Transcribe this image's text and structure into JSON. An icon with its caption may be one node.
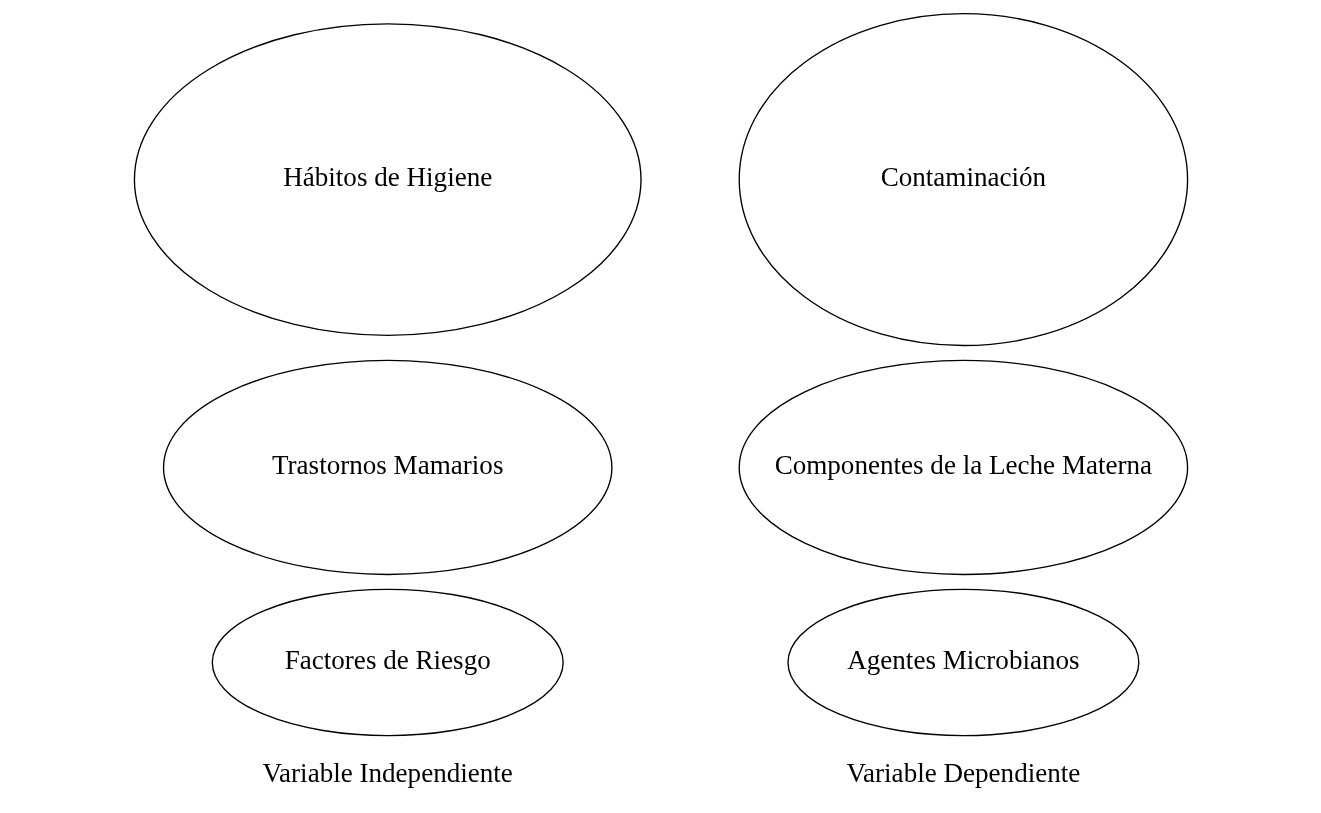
{
  "diagram": {
    "nodes": [
      {
        "text": [
          "Hábitos de Higiene"
        ]
      },
      {
        "text": [
          "Trastornos Mamarios"
        ]
      },
      {
        "text": [
          "Factores de Riesgo"
        ]
      },
      {
        "text": [
          "Contaminación"
        ]
      },
      {
        "text": [
          "Componentes de la Leche Materna"
        ]
      },
      {
        "text": [
          "Agentes Microbianos"
        ]
      }
    ],
    "edges": [],
    "labels": [
      "Variable Independiente",
      "Variable Dependiente"
    ]
  }
}
